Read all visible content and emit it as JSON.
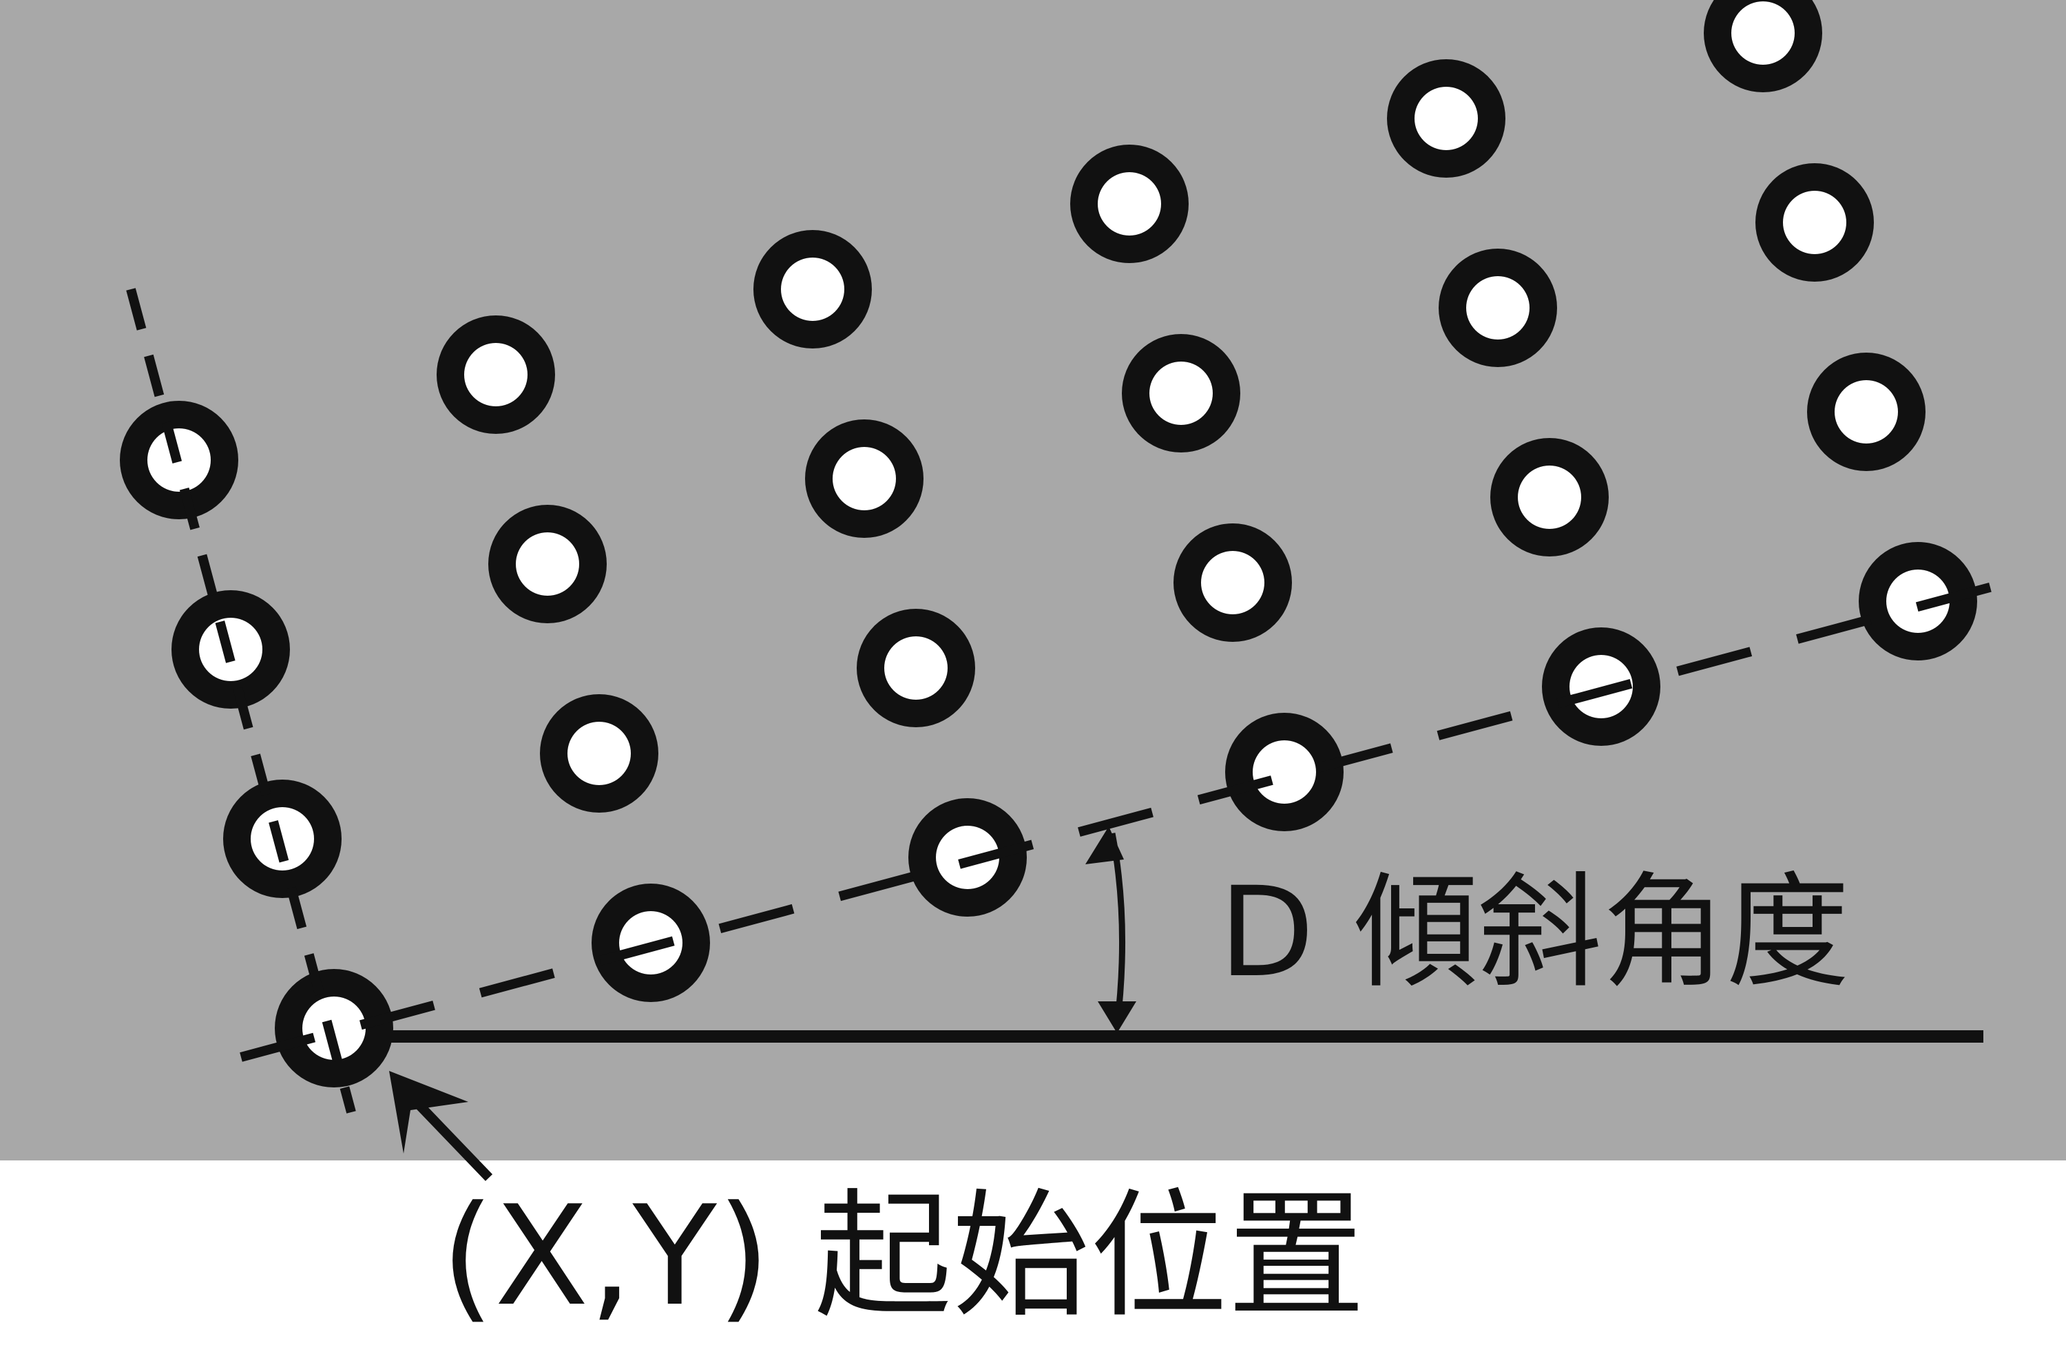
{
  "labels": {
    "angle": "D 傾斜角度",
    "start_position": "(X,Y) 起始位置"
  },
  "colors": {
    "background_gray": "#a8a8a8",
    "page_white": "#ffffff",
    "ink": "#111111",
    "hole_fill": "#ffffff"
  },
  "diagram": {
    "hole_grid_rows": 4,
    "hole_grid_columns": 6,
    "first_row_on_baseline": true,
    "first_column_on_tilted_axis": true
  }
}
